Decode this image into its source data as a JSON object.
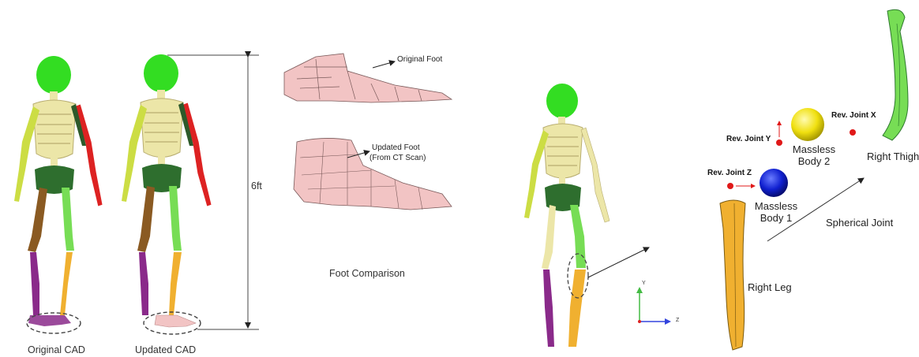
{
  "captions": {
    "original_cad": "Original CAD",
    "updated_cad": "Updated CAD",
    "foot_comparison": "Foot Comparison"
  },
  "dimension": {
    "height_label": "6ft"
  },
  "foot": {
    "original_label": "Original Foot",
    "updated_label_line1": "Updated Foot",
    "updated_label_line2": "(From CT Scan)"
  },
  "joints": {
    "rev_joint_x": "Rev. Joint X",
    "rev_joint_y": "Rev. Joint Y",
    "rev_joint_z": "Rev. Joint Z",
    "spherical_joint": "Spherical Joint"
  },
  "bodies": {
    "massless_body_1_line1": "Massless",
    "massless_body_1_line2": "Body 1",
    "massless_body_2_line1": "Massless",
    "massless_body_2_line2": "Body 2"
  },
  "parts": {
    "right_thigh": "Right Thigh",
    "right_leg": "Right Leg"
  },
  "axes": {
    "y": "Y",
    "z": "Z"
  },
  "colors": {
    "skull": "#33dd22",
    "bone": "#ece6a8",
    "femur": "#77dd55",
    "tibia": "#f0b030",
    "left_tibia": "#8a2a8a",
    "left_femur": "#8a5a22",
    "right_arm": "#dd2222",
    "left_arm": "#ccdd44",
    "foot": "#f2c4c4",
    "joint_red": "#e01818",
    "body_yellow": "#f0e010",
    "body_blue": "#1020d0"
  }
}
